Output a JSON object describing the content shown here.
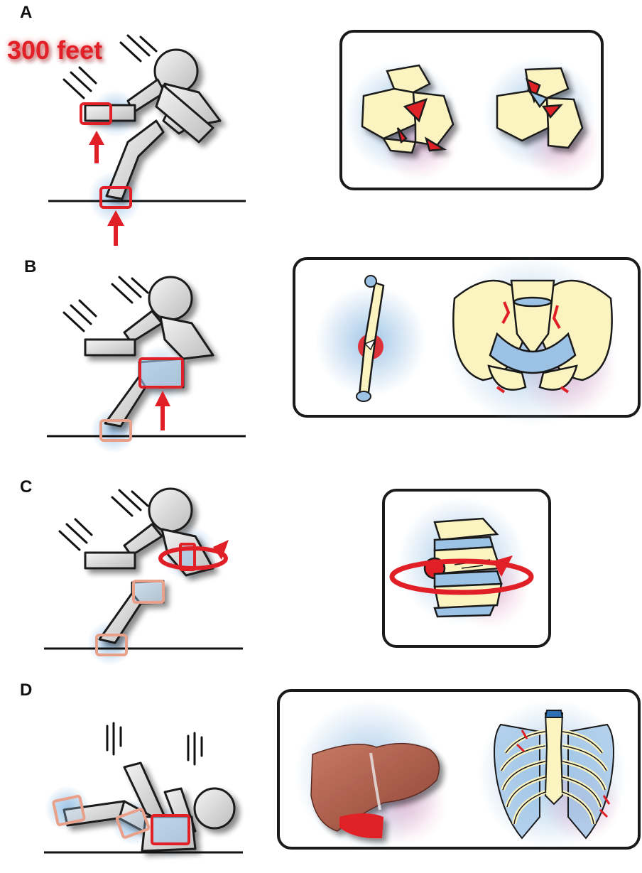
{
  "panels": [
    {
      "letter": "A"
    },
    {
      "letter": "B"
    },
    {
      "letter": "C"
    },
    {
      "letter": "D"
    }
  ],
  "fall_height_label": "300 feet",
  "colors": {
    "impact_red": "#e02026",
    "bone": "#fbf3c0",
    "cartilage_blue": "#9cc3e6",
    "figure_gray": "#d9d9d9",
    "liver": "#b8624f",
    "frame": "#1a1a1a"
  }
}
